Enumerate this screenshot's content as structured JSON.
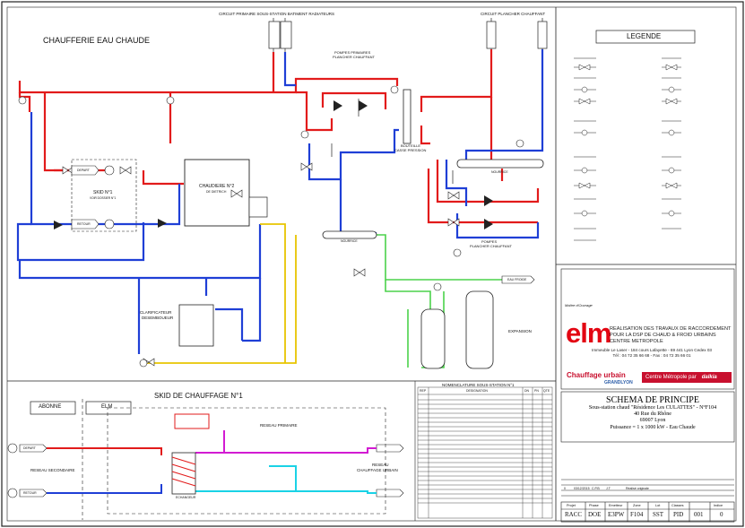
{
  "main_title": "CHAUFFERIE EAU CHAUDE",
  "circuits": {
    "top_primary": "CIRCUIT PRIMAIRE SOUS-STATION BATIMENT RADIATEURS",
    "top_floor": "CIRCUIT PLANCHER CHAUFFANT"
  },
  "equipment": {
    "skid": "SKID N°1",
    "skid_sub": "VOIR DOSSIER N°1",
    "chaudiere": "CHAUDIERE N°2",
    "chaudiere_sub": "DE DIETRICH",
    "pompes_primaires": "POMPES PRIMAIRES",
    "pompes_primaires_2": "PLANCHER CHAUFFANT",
    "bouteille": "BOUTEILLE",
    "bouteille_2": "CASSE PRESSION",
    "nourrice_top": "NOURRICE",
    "nourrice_bottom": "NOURRICE",
    "pompes_bottom": "POMPES",
    "pompes_bottom_2": "PLANCHER CHAUFFANT",
    "clarificateur": "CLARIFICATEUR",
    "clarificateur_2": "DESEMBOUEUR",
    "expansion": "EXPANSION",
    "eau_froide": "EAU FROIDE",
    "depart": "DEPART",
    "retour": "RETOUR"
  },
  "skid_section": {
    "title": "SKID DE CHAUFFAGE N°1",
    "abonne": "ABONNE",
    "elm": "ELM",
    "reseau_primaire": "RESEAU PRIMAIRE",
    "reseau_secondaire": "RESEAU SECONDAIRE",
    "reseau_urbain": "RESEAU",
    "reseau_urbain_2": "CHAUFFAGE URBAIN",
    "echangeur": "ECHANGEUR",
    "depart": "DEPART",
    "retour": "RETOUR"
  },
  "nomenclature": {
    "title": "NOMENCLATURE SOUS-STATION N°1",
    "col_rep": "REP",
    "col_designation": "DESIGNATION",
    "col_dn": "DN",
    "col_pn": "PN",
    "col_qte": "QTE"
  },
  "legend": {
    "title": "LEGENDE"
  },
  "title_block": {
    "maitre_label": "Maître d'Ouvrage",
    "logo": "elm",
    "tagline": "REALISATION DES TRAVAUX DE RACCORDEMENT POUR LA DSP DE CHAUD & FROID URBAINS CENTRE METROPOLE",
    "address": "Immeuble Le Laser - 184 cours Lafayette - 69 441 Lyon Cedex 03",
    "phone": "Tél : 04 72 35 66 68 - Fax : 04 72 35 66 01",
    "chauffage_urbain": "Chauffage urbain",
    "grand_lyon": "GRANDLYON",
    "centre_metropole": "Centre Métropole par",
    "dalkia": "dalkia",
    "schema_title": "SCHEMA DE PRINCIPE",
    "schema_line1": "Sous-station chaud \"Résidence Les CULATTES\" - N°F104",
    "schema_line2": "40 Rue du Rhône",
    "schema_line3": "69007 Lyon",
    "schema_line4": "Puissance = 1 x 1000 kW - Eau Chaude",
    "rev_row": [
      "0",
      "03/12/2015",
      "C.P.B",
      "J.T",
      "Réalisé originale"
    ],
    "headers": [
      "Projet",
      "Phase",
      "Emetteur",
      "Zone",
      "Lot",
      "Classes",
      "Indice"
    ],
    "codes": [
      "RACC",
      "DOE",
      "E3PW",
      "F104",
      "SST",
      "PID",
      "001",
      "0"
    ]
  }
}
